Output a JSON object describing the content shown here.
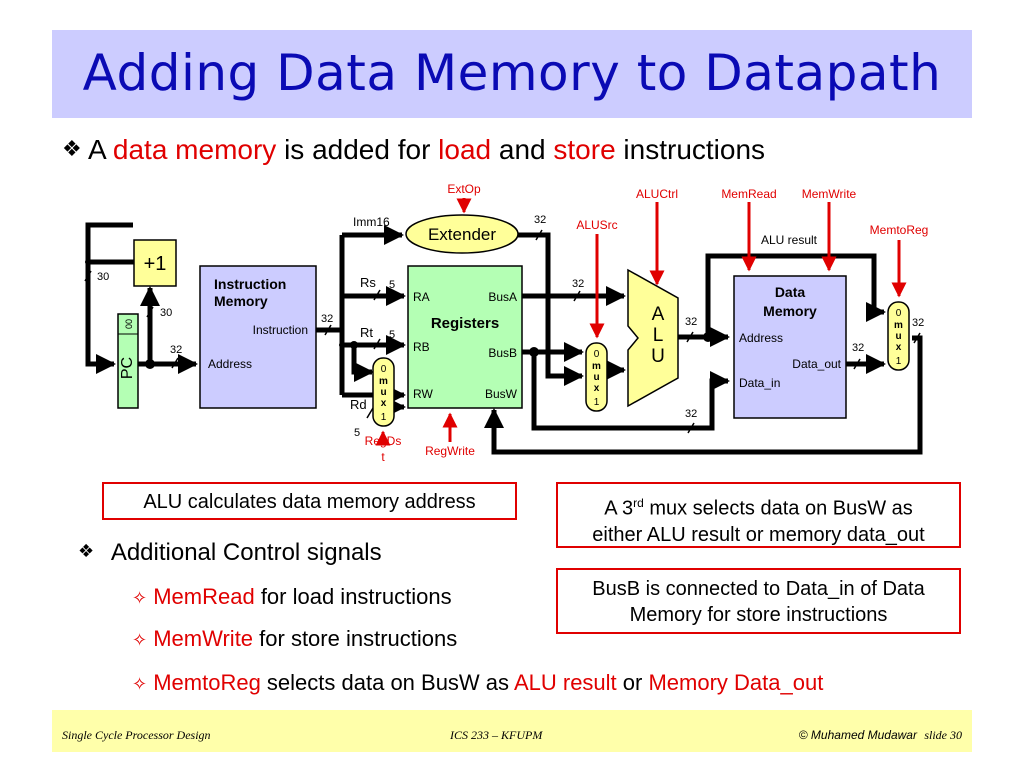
{
  "title": "Adding Data Memory to Datapath",
  "bullet_main": {
    "glyph": "❖",
    "p1": "A ",
    "p2": "data memory",
    "p3": " is added for ",
    "p4": "load",
    "p5": " and ",
    "p6": "store",
    "p7": " instructions"
  },
  "diagram": {
    "extop": "ExtOp",
    "aluctrl": "ALUCtrl",
    "memread": "MemRead",
    "memwrite": "MemWrite",
    "memtoreg": "MemtoReg",
    "alusrc": "ALUSrc",
    "alu_result": "ALU result",
    "imm16": "Imm16",
    "extender": "Extender",
    "plus1": "+1",
    "pc": "PC",
    "pc_bits": "00",
    "instr_mem_line1": "Instruction",
    "instr_mem_line2": "Memory",
    "instr_port": "Instruction",
    "address": "Address",
    "registers": "Registers",
    "rs": "Rs",
    "rt": "Rt",
    "rd": "Rd",
    "ra": "RA",
    "rb": "RB",
    "rw": "RW",
    "busa": "BusA",
    "busb": "BusB",
    "busw": "BusW",
    "alu_a": "A",
    "alu_l": "L",
    "alu_u": "U",
    "data_mem_line1": "Data",
    "data_mem_line2": "Memory",
    "dm_address": "Address",
    "data_out": "Data_out",
    "data_in": "Data_in",
    "regdst_1": "RegDs",
    "regdst_2": "t",
    "regwrite": "RegWrite",
    "w30": "30",
    "w32": "32",
    "w5": "5",
    "mux_0": "0",
    "mux_1": "1",
    "mux_m": "m",
    "mux_u": "u",
    "mux_x": "x"
  },
  "callouts": {
    "alu_calc": "ALU calculates data memory address",
    "third_mux_pre": "A 3",
    "third_mux_sup": "rd",
    "third_mux_post": " mux selects data on BusW as",
    "third_mux_line2": "either ALU result or memory data_out",
    "busb_line1": "BusB is connected to Data_in of Data",
    "busb_line2": "Memory for store instructions"
  },
  "additional": {
    "glyph": "❖",
    "text": "Additional Control signals"
  },
  "signals": [
    {
      "glyph": "✧",
      "name": "MemRead",
      "text": " for load instructions"
    },
    {
      "glyph": "✧",
      "name": "MemWrite",
      "text": " for store instructions"
    }
  ],
  "memtoreg_line": {
    "glyph": "✧",
    "name": "MemtoReg",
    "mid": " selects data on BusW as ",
    "alu": "ALU result",
    "or": " or ",
    "mem": "Memory Data_out"
  },
  "footer": {
    "left": "Single Cycle Processor Design",
    "center": "ICS 233 – KFUPM",
    "right_author": "© Muhamed Mudawar",
    "right_slide": "slide 30"
  },
  "colors": {
    "title_bg": "#ccccff",
    "title_text": "#0a0ab4",
    "accent_red": "#e00000",
    "registers_fill": "#b4ffb4",
    "memory_fill": "#ccccff",
    "mux_fill": "#ffff99",
    "extender_fill": "#ffff99",
    "footer_bg": "#ffffaa"
  }
}
